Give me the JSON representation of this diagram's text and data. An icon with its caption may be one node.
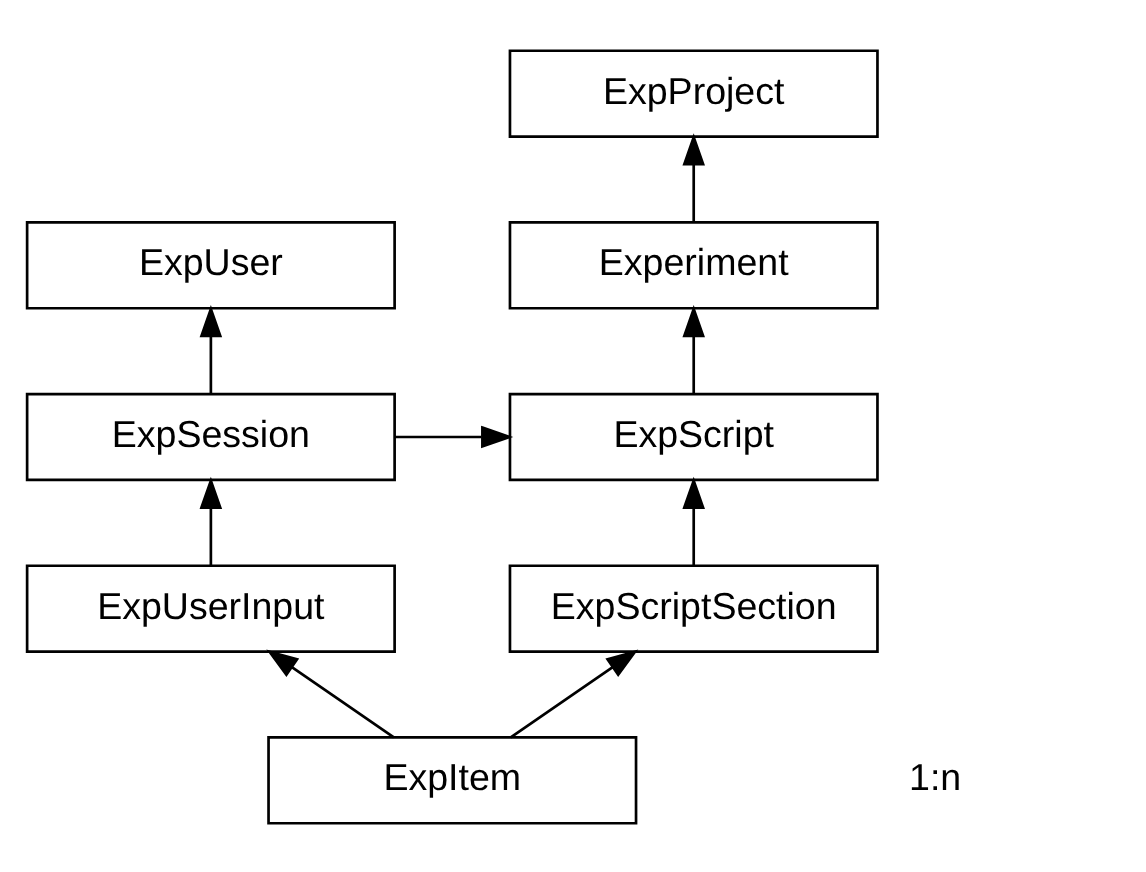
{
  "diagram": {
    "nodes": [
      {
        "text": [
          "ExpProject"
        ]
      },
      {
        "text": [
          "ExpUser"
        ]
      },
      {
        "text": [
          "Experiment"
        ]
      },
      {
        "text": [
          "ExpScript"
        ]
      },
      {
        "text": [
          "ExpSession"
        ]
      },
      {
        "text": [
          "ExpScriptSection"
        ]
      },
      {
        "text": [
          "ExpUserInput"
        ]
      },
      {
        "text": [
          "ExpItem"
        ]
      }
    ],
    "edges": [
      {
        "from": 2,
        "to": 0,
        "arrow": "to"
      },
      {
        "from": 3,
        "to": 2,
        "arrow": "to"
      },
      {
        "from": 4,
        "to": 1,
        "arrow": "to"
      },
      {
        "from": 4,
        "to": 3,
        "arrow": "to"
      },
      {
        "from": 5,
        "to": 3,
        "arrow": "to"
      },
      {
        "from": 6,
        "to": 4,
        "arrow": "to"
      },
      {
        "from": 7,
        "to": 5,
        "arrow": "to"
      },
      {
        "from": 7,
        "to": 6,
        "arrow": "to"
      }
    ],
    "legend": [
      {
        "text": "1:n"
      }
    ]
  }
}
